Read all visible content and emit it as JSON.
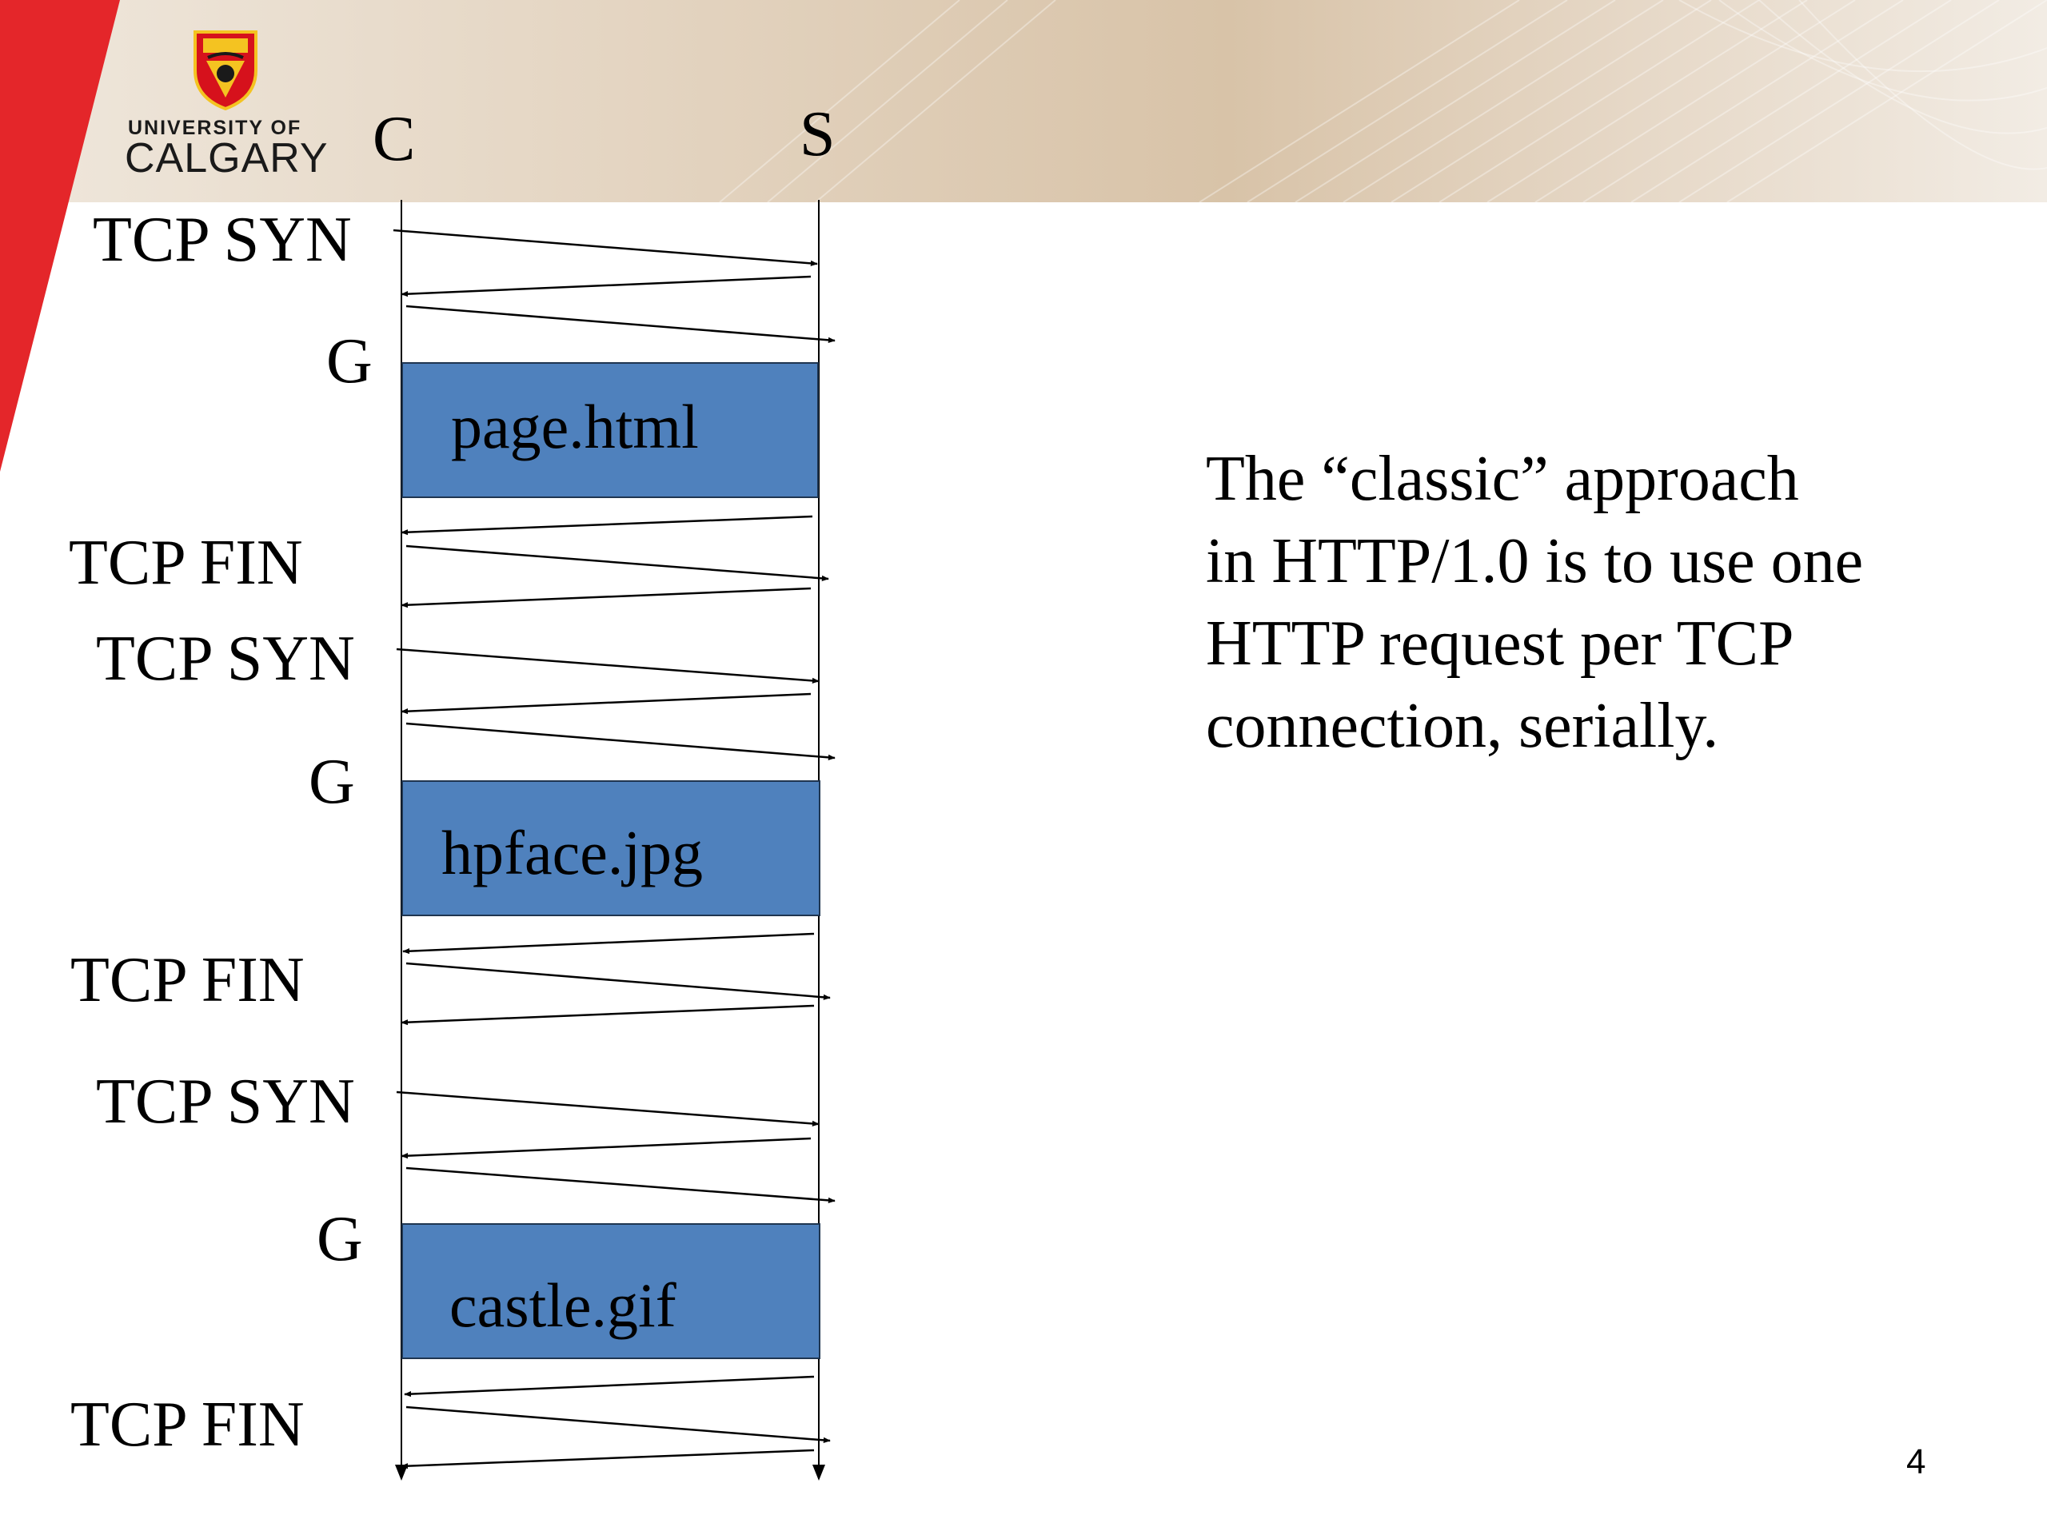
{
  "logo": {
    "line1": "UNIVERSITY OF",
    "line2": "CALGARY"
  },
  "columns": {
    "client": "C",
    "server": "S"
  },
  "colors": {
    "red": "#e4262a",
    "bar": "#4f81bd",
    "logo_red": "#d6111c",
    "logo_gold": "#f4c321"
  },
  "rounds": [
    {
      "syn": "TCP SYN",
      "get": "G",
      "object": "page.html",
      "fin": "TCP FIN"
    },
    {
      "syn": "TCP SYN",
      "get": "G",
      "object": "hpface.jpg",
      "fin": "TCP FIN"
    },
    {
      "syn": "TCP SYN",
      "get": "G",
      "object": "castle.gif",
      "fin": "TCP FIN"
    }
  ],
  "description": [
    "The “classic” approach",
    "in HTTP/1.0 is to use one",
    "HTTP request per TCP",
    "connection, serially."
  ],
  "page_number": "4"
}
